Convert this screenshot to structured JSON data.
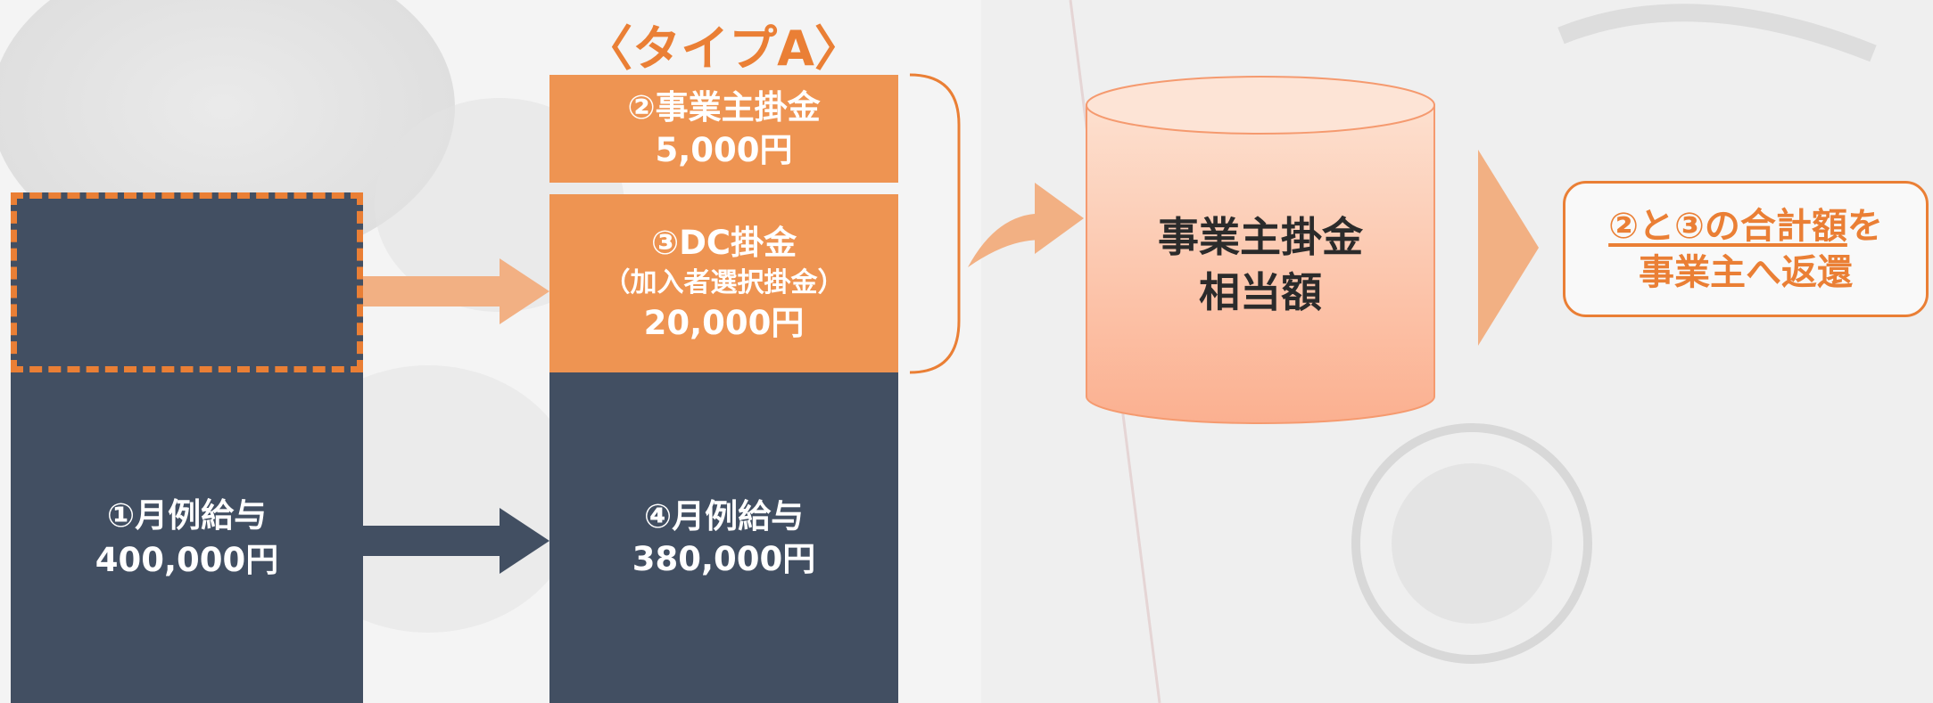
{
  "colors": {
    "navy": "#424f62",
    "orange": "#ea7f35",
    "orange_light": "#ee9452",
    "arrow_light": "#f2b083",
    "cylinder": "#fbb496"
  },
  "type_title": "〈タイプA〉",
  "left_column": {
    "line1": "①月例給与",
    "line2": "400,000円"
  },
  "employer_contribution": {
    "line1": "②事業主掛金",
    "line2": "5,000円"
  },
  "dc_contribution": {
    "line1": "③DC掛金",
    "line2": "（加入者選択掛金）",
    "line3": "20,000円"
  },
  "monthly_salary_after": {
    "line1": "④月例給与",
    "line2": "380,000円"
  },
  "cylinder": {
    "line1": "事業主掛金",
    "line2": "相当額"
  },
  "result": {
    "line1_underlined": "②と③の合計額",
    "line1_rest": "を",
    "line2": "事業主へ返還"
  }
}
